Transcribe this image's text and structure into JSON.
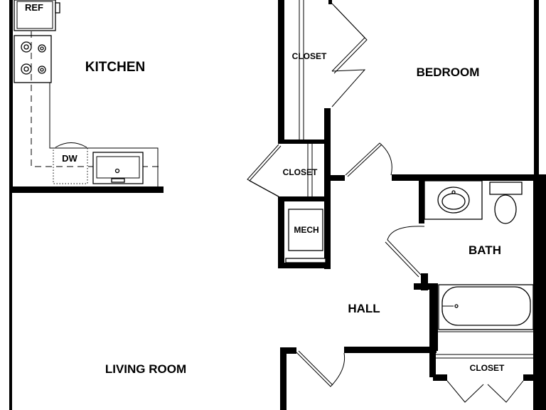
{
  "rooms": {
    "kitchen": "KITCHEN",
    "bedroom": "BEDROOM",
    "bath": "BATH",
    "hall": "HALL",
    "living_room": "LIVING ROOM"
  },
  "labels": {
    "ref": "REF",
    "dw": "DW",
    "closet_bedroom": "CLOSET",
    "closet_hall": "CLOSET",
    "mech": "MECH",
    "closet_bottom": "CLOSET"
  },
  "colors": {
    "wall": "#000000",
    "background": "#ffffff"
  }
}
